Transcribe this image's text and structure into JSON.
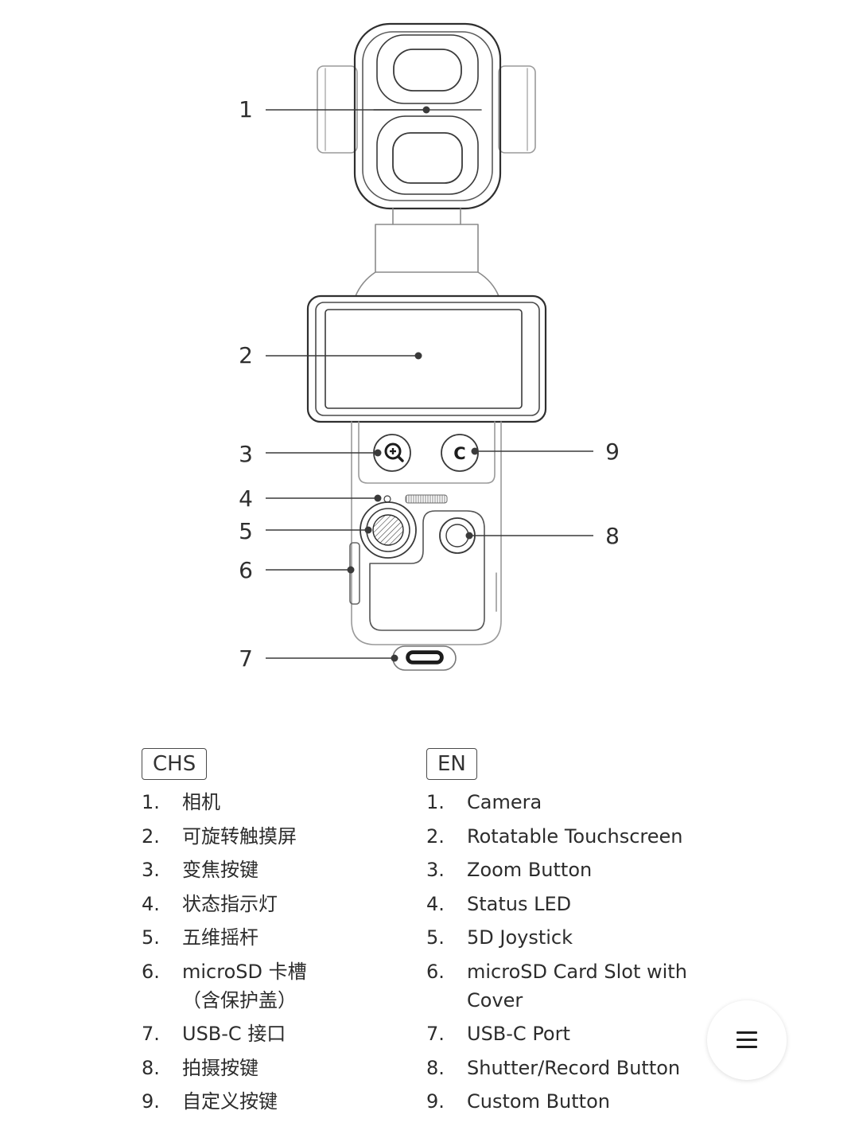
{
  "callouts": [
    "1",
    "2",
    "3",
    "4",
    "5",
    "6",
    "7",
    "8",
    "9"
  ],
  "legend": {
    "chs": {
      "tag": "CHS",
      "items": [
        {
          "num": "1.",
          "text": "相机"
        },
        {
          "num": "2.",
          "text": "可旋转触摸屏"
        },
        {
          "num": "3.",
          "text": "变焦按键"
        },
        {
          "num": "4.",
          "text": "状态指示灯"
        },
        {
          "num": "5.",
          "text": "五维摇杆"
        },
        {
          "num": "6.",
          "text": "microSD 卡槽 （含保护盖）"
        },
        {
          "num": "7.",
          "text": "USB-C 接口"
        },
        {
          "num": "8.",
          "text": "拍摄按键"
        },
        {
          "num": "9.",
          "text": "自定义按键"
        }
      ]
    },
    "en": {
      "tag": "EN",
      "items": [
        {
          "num": "1.",
          "text": "Camera"
        },
        {
          "num": "2.",
          "text": "Rotatable Touchscreen"
        },
        {
          "num": "3.",
          "text": "Zoom Button"
        },
        {
          "num": "4.",
          "text": "Status LED"
        },
        {
          "num": "5.",
          "text": "5D Joystick"
        },
        {
          "num": "6.",
          "text": "microSD Card Slot with Cover"
        },
        {
          "num": "7.",
          "text": "USB-C Port"
        },
        {
          "num": "8.",
          "text": "Shutter/Record Button"
        },
        {
          "num": "9.",
          "text": "Custom Button"
        }
      ]
    }
  },
  "buttons": {
    "zoom_glyph": "⊕",
    "custom_glyph": "C"
  },
  "menu_icon": "hamburger-menu-icon"
}
